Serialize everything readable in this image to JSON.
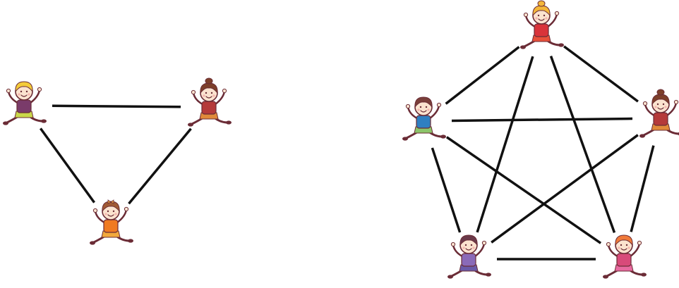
{
  "colors": {
    "background": "#ffffff",
    "edge": "#111111",
    "skin": "#fbe3cf",
    "outline": "#6b2c36"
  },
  "graphs": [
    {
      "id": "triangle",
      "nodes": [
        {
          "id": "blond-boy",
          "icon": "jumping-kid-icon",
          "hair": "#f4cc3a",
          "shirt": "#7a3b6a",
          "pants": "#c9d84a"
        },
        {
          "id": "brunette-girl",
          "icon": "jumping-kid-icon",
          "hair": "#7d3f2a",
          "shirt": "#b53a3a",
          "pants": "#e08a3a",
          "ponytail": true
        },
        {
          "id": "orange-girl",
          "icon": "jumping-kid-icon",
          "hair": "#a05a34",
          "shirt": "#f07a22",
          "pants": "#f2a93c",
          "bow": true
        }
      ],
      "edges": [
        [
          "blond-boy",
          "brunette-girl"
        ],
        [
          "blond-boy",
          "orange-girl"
        ],
        [
          "brunette-girl",
          "orange-girl"
        ]
      ]
    },
    {
      "id": "pentagon",
      "nodes": [
        {
          "id": "top-girl",
          "icon": "jumping-kid-icon",
          "hair": "#f4b73a",
          "shirt": "#d9333a",
          "pants": "#e8503a",
          "ponytail": true
        },
        {
          "id": "left-boy",
          "icon": "jumping-kid-icon",
          "hair": "#7a3f3a",
          "shirt": "#2f7fc1",
          "pants": "#8cc56a"
        },
        {
          "id": "right-girl",
          "icon": "jumping-kid-icon",
          "hair": "#7d3f2a",
          "shirt": "#b53a3a",
          "pants": "#e08a3a",
          "ponytail": true
        },
        {
          "id": "bottom-left-boy",
          "icon": "jumping-kid-icon",
          "hair": "#6b3a4a",
          "shirt": "#8a6ab8",
          "pants": "#6a5aa8"
        },
        {
          "id": "bottom-right-girl",
          "icon": "jumping-kid-icon",
          "hair": "#f07a3a",
          "shirt": "#d84a7a",
          "pants": "#e86aa0"
        }
      ],
      "edges": [
        [
          "top-girl",
          "left-boy"
        ],
        [
          "top-girl",
          "right-girl"
        ],
        [
          "top-girl",
          "bottom-left-boy"
        ],
        [
          "top-girl",
          "bottom-right-girl"
        ],
        [
          "left-boy",
          "right-girl"
        ],
        [
          "left-boy",
          "bottom-left-boy"
        ],
        [
          "left-boy",
          "bottom-right-girl"
        ],
        [
          "right-girl",
          "bottom-left-boy"
        ],
        [
          "right-girl",
          "bottom-right-girl"
        ],
        [
          "bottom-left-boy",
          "bottom-right-girl"
        ]
      ]
    }
  ]
}
